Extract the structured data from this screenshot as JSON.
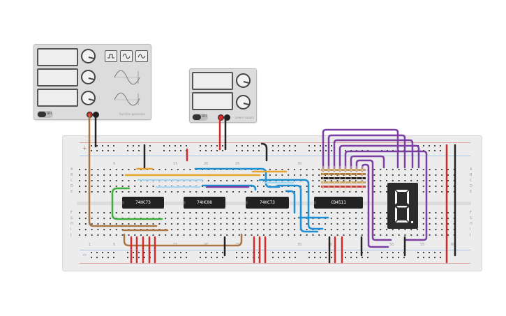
{
  "function_generator": {
    "power_label": "OFF",
    "brand": "function generator"
  },
  "power_supply": {
    "power_label": "OFF",
    "brand": "power supply"
  },
  "breadboard": {
    "top_columns": [
      "5",
      "15",
      "20",
      "25",
      "35"
    ],
    "bottom_columns": [
      "1",
      "5",
      "15",
      "20",
      "25",
      "35",
      "40",
      "50",
      "55"
    ],
    "left_rows": [
      "A",
      "B",
      "C",
      "D",
      "E",
      "F",
      "G",
      "H",
      "I",
      "J"
    ],
    "right_rows": [
      "A",
      "B",
      "C",
      "D",
      "E",
      "F",
      "G",
      "H",
      "I",
      "J"
    ],
    "right_column_label": "60"
  },
  "chips": [
    {
      "label": "74HC73"
    },
    {
      "label": "74HC08"
    },
    {
      "label": "74HC73"
    },
    {
      "label": "CD4511"
    }
  ],
  "display": {
    "digit": "8."
  },
  "colors": {
    "wire_red": "#d42a2a",
    "wire_black": "#222222",
    "wire_purple": "#7b3fa3",
    "wire_blue": "#1e8fd2",
    "wire_lightblue": "#a9d6f0",
    "wire_orange": "#e8a32c",
    "wire_brown": "#a87646",
    "wire_green": "#3fae3f",
    "display_segment": "#f4f4f4",
    "chip": "#222222"
  }
}
